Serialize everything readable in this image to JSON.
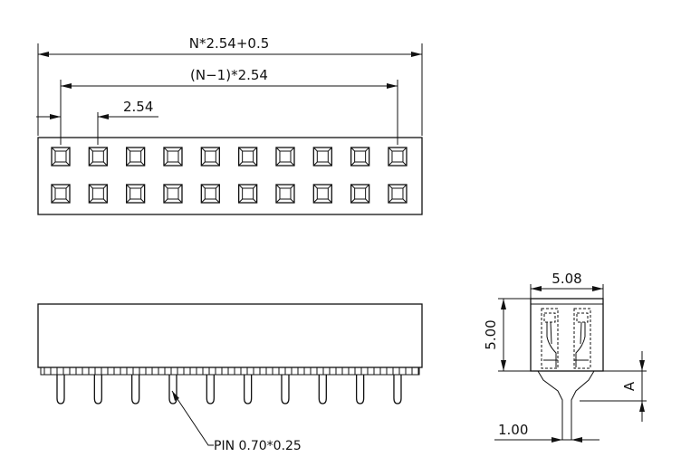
{
  "dimensions": {
    "overall_length": "N*2.54+0.5",
    "pin_span": "(N−1)*2.54",
    "pitch": "2.54",
    "width": "5.08",
    "height": "5.00",
    "lead_offset": "1.00",
    "lead_length": "A"
  },
  "callouts": {
    "pin_size": "PIN  0.70*0.25"
  },
  "layout_counts": {
    "pins_per_row": 10,
    "rows": 2
  }
}
